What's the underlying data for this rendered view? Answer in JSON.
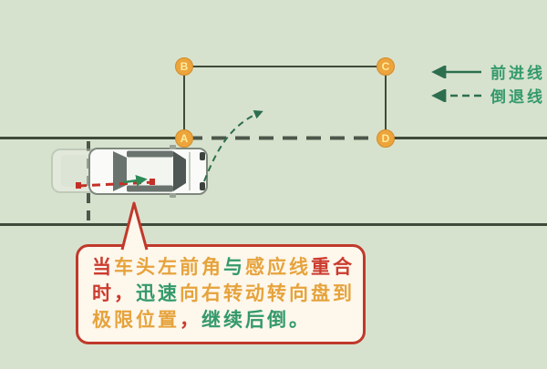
{
  "palette": {
    "background": "#d7e2ce",
    "road_line": "#3f4a3b",
    "dash_line": "#4c584a",
    "green_arrow": "#2d6e4f",
    "legend_text": "#33996b",
    "marker_fill": "#eda43b",
    "marker_text": "#ffec9e",
    "bubble_border": "#c0392b",
    "bubble_fill": "#fdf7ec",
    "text_red": "#cc3b2f",
    "text_orange": "#e6a33c",
    "text_green": "#33996b",
    "car_red": "#c43026"
  },
  "markers": {
    "a": "A",
    "b": "B",
    "c": "C",
    "d": "D"
  },
  "legend": {
    "forward": {
      "label": "前进线",
      "style": "solid"
    },
    "reverse": {
      "label": "倒退线",
      "style": "dashed"
    }
  },
  "bubble": {
    "lines": [
      [
        {
          "t": "当",
          "c": "text_red"
        },
        {
          "t": "车头左前角",
          "c": "text_orange"
        },
        {
          "t": "与",
          "c": "text_green"
        },
        {
          "t": "感应线",
          "c": "text_orange"
        },
        {
          "t": "重合",
          "c": "text_red"
        }
      ],
      [
        {
          "t": "时，",
          "c": "text_red"
        },
        {
          "t": "迅速",
          "c": "text_green"
        },
        {
          "t": "向右转动转向盘到",
          "c": "text_orange"
        }
      ],
      [
        {
          "t": "极限位置",
          "c": "text_orange"
        },
        {
          "t": "，",
          "c": "text_red"
        },
        {
          "t": "继续后倒。",
          "c": "text_green"
        }
      ]
    ]
  }
}
